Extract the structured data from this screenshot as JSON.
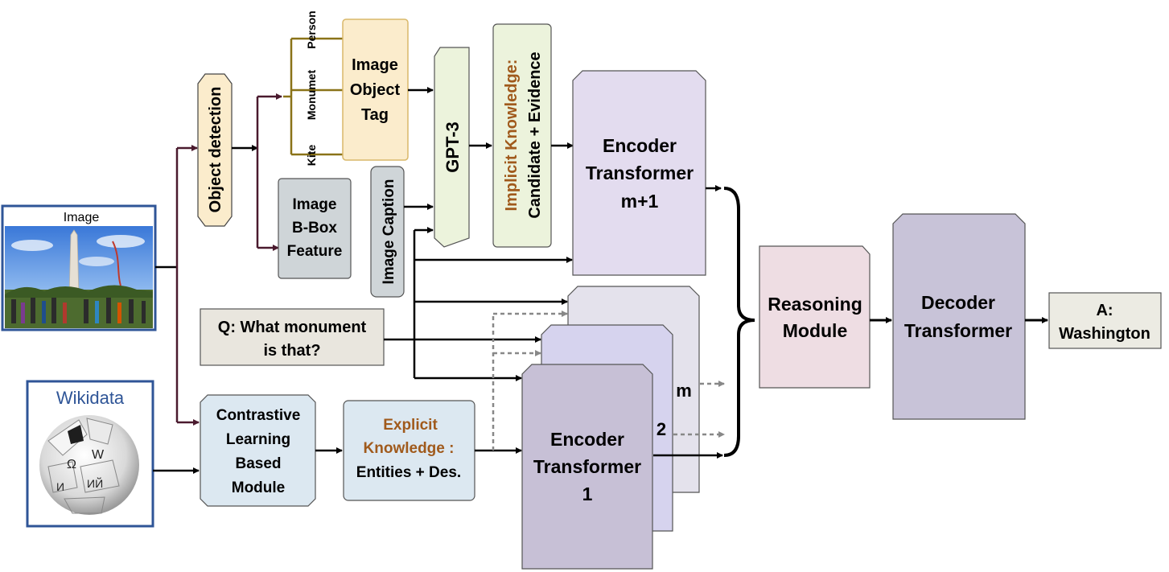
{
  "image_panel": {
    "label": "Image"
  },
  "wikidata_panel": {
    "label": "Wikidata",
    "globe_glyphs": [
      "Ω",
      "W",
      "И",
      "ИЙ"
    ]
  },
  "object_detection": {
    "label": "Object detection"
  },
  "tags": {
    "person": "Person",
    "monument": "Monumet",
    "kite": "Kite"
  },
  "image_object_tag": {
    "lines": [
      "Image",
      "Object",
      "Tag"
    ]
  },
  "bbox_feature": {
    "lines": [
      "Image",
      "B-Box",
      "Feature"
    ]
  },
  "image_caption": {
    "label": "Image Caption"
  },
  "gpt3": {
    "label": "GPT-3"
  },
  "implicit": {
    "title": "Implicit Knowledge:",
    "body": "Candidate + Evidence"
  },
  "encoder_top": {
    "lines": [
      "Encoder",
      "Transformer",
      "m+1"
    ]
  },
  "question": {
    "lines": [
      "Q: What monument",
      "is that?"
    ]
  },
  "contrastive": {
    "lines": [
      "Contrastive",
      "Learning",
      "Based",
      "Module"
    ]
  },
  "explicit": {
    "title_lines": [
      "Explicit",
      "Knowledge :"
    ],
    "body": "Entities + Des."
  },
  "encoder_stack": {
    "front_lines": [
      "Encoder",
      "Transformer",
      "1"
    ],
    "label_m": "m",
    "label_2": "2"
  },
  "reasoning": {
    "lines": [
      "Reasoning",
      "Module"
    ]
  },
  "decoder": {
    "lines": [
      "Decoder",
      "Transformer"
    ]
  },
  "answer": {
    "lines": [
      "A:",
      "Washington"
    ]
  },
  "colors": {
    "brown_text": "#a05a1c",
    "dark_maroon": "#4a1a2e",
    "olive": "#8a7318",
    "tag_fill": "#fbeccc",
    "tag_stroke": "#d9b86a",
    "gray_box": "#cfd5d8",
    "gpt_fill": "#ecf3dc",
    "encoder_top_fill": "#e3dcef",
    "encoder_front_fill": "#c7c0d6",
    "encoder_mid_fill": "#d6d3ee",
    "encoder_back_fill": "#e4e2ec",
    "question_fill": "#e9e6de",
    "blue_box_fill": "#dce8f1",
    "reasoning_fill": "#eedde3",
    "decoder_fill": "#c8c3d8",
    "answer_fill": "#ecebe3",
    "frame_blue": "#2f5597"
  }
}
